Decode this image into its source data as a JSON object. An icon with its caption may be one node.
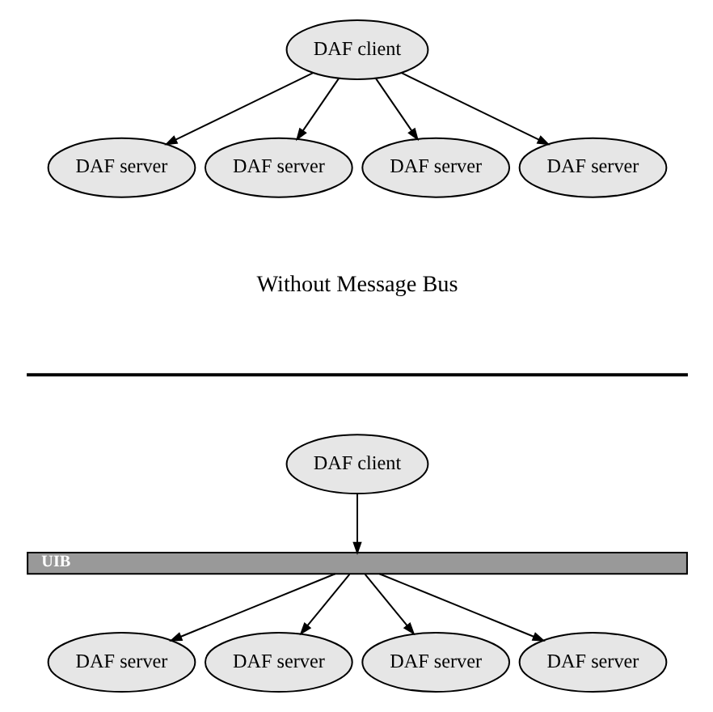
{
  "diagram": {
    "nodes": [
      {
        "text": [
          "DAF client"
        ]
      },
      {
        "text": [
          "DAF server"
        ]
      },
      {
        "text": [
          "DAF server"
        ]
      },
      {
        "text": [
          "DAF server"
        ]
      },
      {
        "text": [
          "DAF server"
        ]
      },
      {
        "text": [
          "DAF client"
        ]
      },
      {
        "text": [
          "UIB"
        ]
      },
      {
        "text": [
          "DAF server"
        ]
      },
      {
        "text": [
          "DAF server"
        ]
      },
      {
        "text": [
          "DAF server"
        ]
      },
      {
        "text": [
          "DAF server"
        ]
      }
    ],
    "edges": [
      {
        "from": 0,
        "to": 1,
        "arrow": "to"
      },
      {
        "from": 0,
        "to": 2,
        "arrow": "to"
      },
      {
        "from": 0,
        "to": 3,
        "arrow": "to"
      },
      {
        "from": 0,
        "to": 4,
        "arrow": "to"
      },
      {
        "from": 5,
        "to": 6,
        "arrow": "to"
      },
      {
        "from": 6,
        "to": 7,
        "arrow": "to"
      },
      {
        "from": 6,
        "to": 8,
        "arrow": "to"
      },
      {
        "from": 6,
        "to": 9,
        "arrow": "to"
      },
      {
        "from": 6,
        "to": 10,
        "arrow": "to"
      }
    ],
    "labels": [
      "Without Message Bus"
    ]
  }
}
